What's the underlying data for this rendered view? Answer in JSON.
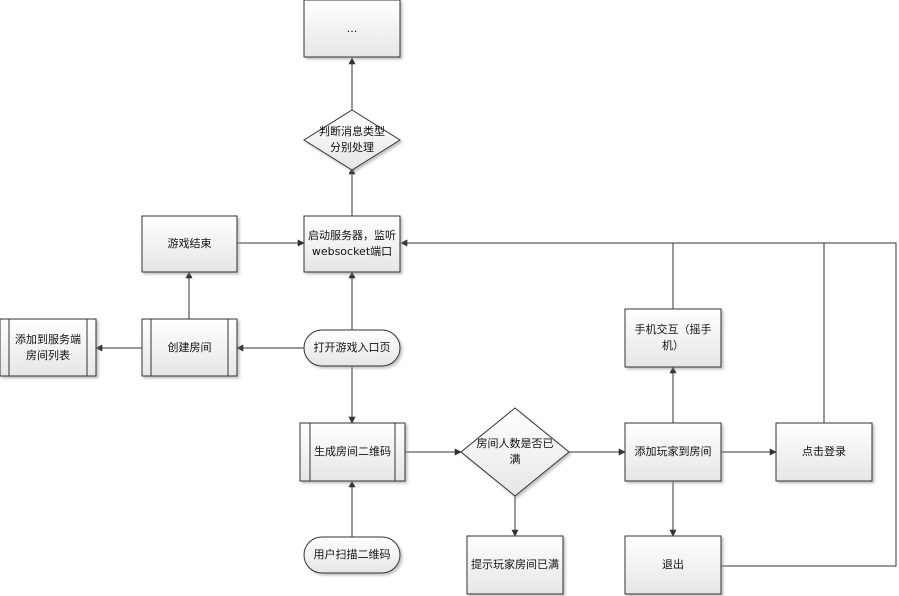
{
  "nodes": {
    "top_box": "...",
    "decision_msg_line1": "判断消息类型",
    "decision_msg_line2": "分别处理",
    "start_server_line1": "启动服务器，监听",
    "start_server_line2": "websocket端口",
    "game_over": "游戏结束",
    "add_to_server_line1": "添加到服务端",
    "add_to_server_line2": "房间列表",
    "create_room": "创建房间",
    "open_entry": "打开游戏入口页",
    "phone_interact_line1": "手机交互（摇手",
    "phone_interact_line2": "机）",
    "gen_qr": "生成房间二维码",
    "decision_full_line1": "房间人数是否已",
    "decision_full_line2": "满",
    "add_player": "添加玩家到房间",
    "click_login": "点击登录",
    "scan_qr": "用户扫描二维码",
    "room_full_tip": "提示玩家房间已满",
    "exit": "退出"
  }
}
